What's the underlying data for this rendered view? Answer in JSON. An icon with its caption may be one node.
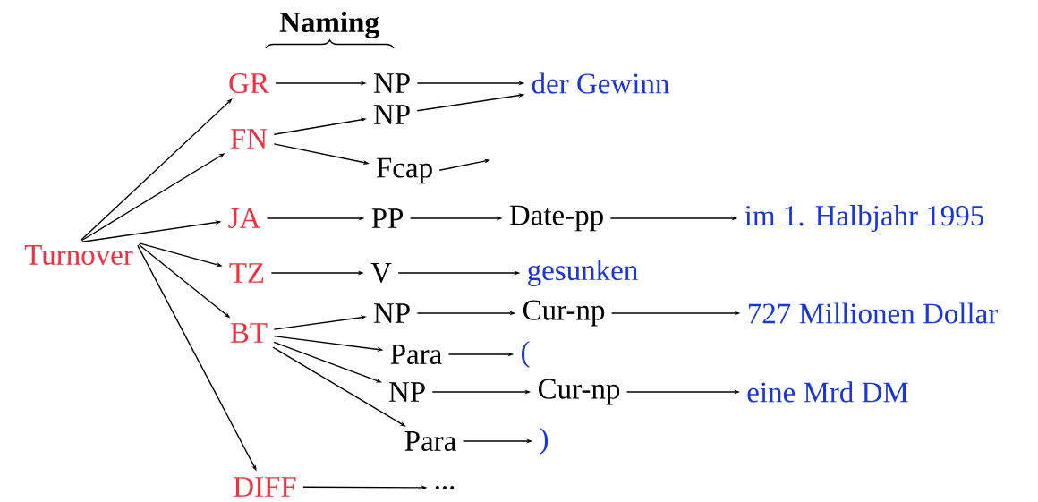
{
  "diagram": {
    "nodes": [
      {
        "text": [
          "Turnover"
        ]
      },
      {
        "text": [
          "GR"
        ]
      },
      {
        "text": [
          "FN"
        ]
      },
      {
        "text": [
          "JA"
        ]
      },
      {
        "text": [
          "TZ"
        ]
      },
      {
        "text": [
          "BT"
        ]
      },
      {
        "text": [
          "DIFF"
        ]
      },
      {
        "text": [
          "NP"
        ]
      },
      {
        "text": [
          "NP"
        ]
      },
      {
        "text": [
          "Fcap"
        ]
      },
      {
        "text": [
          "PP"
        ]
      },
      {
        "text": [
          "Date-pp"
        ]
      },
      {
        "text": [
          "V"
        ]
      },
      {
        "text": [
          "NP"
        ]
      },
      {
        "text": [
          "Cur-np"
        ]
      },
      {
        "text": [
          "Para"
        ]
      },
      {
        "text": [
          "NP"
        ]
      },
      {
        "text": [
          "Cur-np"
        ]
      },
      {
        "text": [
          "Para"
        ]
      },
      {
        "text": [
          "..."
        ]
      },
      {
        "text": [
          "der Gewinn"
        ]
      },
      {
        "text": [
          "im 1. Halbjahr 1995"
        ]
      },
      {
        "text": [
          "gesunken"
        ]
      },
      {
        "text": [
          "727 Millionen Dollar"
        ]
      },
      {
        "text": [
          "("
        ]
      },
      {
        "text": [
          "eine Mrd DM"
        ]
      },
      {
        "text": [
          ")"
        ]
      }
    ],
    "edges": [
      {
        "from": 0,
        "to": 1,
        "arrow": "to"
      },
      {
        "from": 0,
        "to": 2,
        "arrow": "to"
      },
      {
        "from": 0,
        "to": 3,
        "arrow": "to"
      },
      {
        "from": 0,
        "to": 4,
        "arrow": "to"
      },
      {
        "from": 0,
        "to": 5,
        "arrow": "to"
      },
      {
        "from": 0,
        "to": 6,
        "arrow": "to"
      },
      {
        "from": 1,
        "to": 7,
        "arrow": "to"
      },
      {
        "from": 7,
        "to": 20,
        "arrow": "to"
      },
      {
        "from": 2,
        "to": 8,
        "arrow": "to"
      },
      {
        "from": 8,
        "to": 20,
        "arrow": "to"
      },
      {
        "from": 2,
        "to": 9,
        "arrow": "to"
      },
      {
        "from": 9,
        "to": null,
        "arrow": "to"
      },
      {
        "from": 3,
        "to": 10,
        "arrow": "to"
      },
      {
        "from": 10,
        "to": 11,
        "arrow": "to"
      },
      {
        "from": 11,
        "to": 21,
        "arrow": "to"
      },
      {
        "from": 4,
        "to": 12,
        "arrow": "to"
      },
      {
        "from": 12,
        "to": 22,
        "arrow": "to"
      },
      {
        "from": 5,
        "to": 13,
        "arrow": "to"
      },
      {
        "from": 5,
        "to": 15,
        "arrow": "to"
      },
      {
        "from": 5,
        "to": 16,
        "arrow": "to"
      },
      {
        "from": 5,
        "to": 18,
        "arrow": "to"
      },
      {
        "from": 13,
        "to": 14,
        "arrow": "to"
      },
      {
        "from": 14,
        "to": 23,
        "arrow": "to"
      },
      {
        "from": 15,
        "to": 24,
        "arrow": "to"
      },
      {
        "from": 16,
        "to": 17,
        "arrow": "to"
      },
      {
        "from": 17,
        "to": 25,
        "arrow": "to"
      },
      {
        "from": 18,
        "to": 26,
        "arrow": "to"
      },
      {
        "from": 6,
        "to": 19,
        "arrow": "to"
      }
    ],
    "labels": [
      "Naming"
    ]
  }
}
